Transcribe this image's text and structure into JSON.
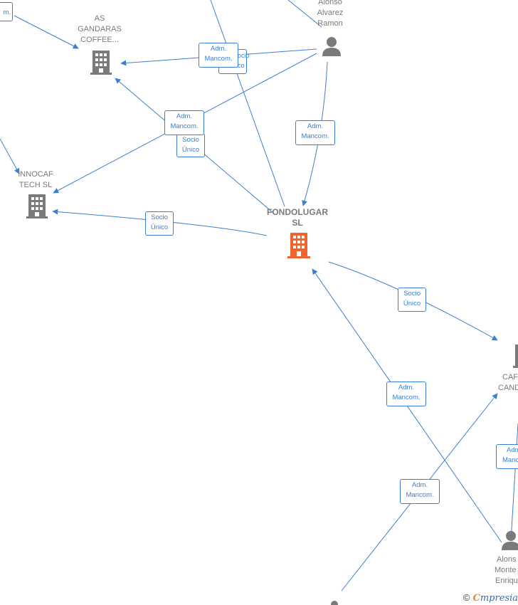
{
  "nodes": {
    "as_gandaras": {
      "lines": [
        "AS",
        "GANDARAS",
        "COFFEE..."
      ],
      "type": "company"
    },
    "innocaf": {
      "lines": [
        "INNOCAF",
        "TECH  SL"
      ],
      "type": "company"
    },
    "fondolugar": {
      "lines": [
        "FONDOLUGAR",
        "SL"
      ],
      "type": "main-company"
    },
    "cafe_cand": {
      "lines": [
        "CAF",
        "CAND"
      ],
      "type": "company"
    },
    "alonso_alvarez": {
      "lines": [
        "Alonso",
        "Alvarez",
        "Ramon"
      ],
      "type": "person"
    },
    "alonso_monte": {
      "lines": [
        "Alons",
        "Monte",
        "Enriqu"
      ],
      "type": "person"
    },
    "person_bottom": {
      "lines": [],
      "type": "person"
    }
  },
  "edge_labels": {
    "top_left_cut": [
      "m."
    ],
    "adm_top": [
      "Adm.",
      "Mancom."
    ],
    "socio_top": [
      "Socio",
      "Único"
    ],
    "adm_mid": [
      "Adm.",
      "Mancom."
    ],
    "socio_mid": [
      "Socio",
      "Único"
    ],
    "adm_right": [
      "Adm.",
      "Mancom."
    ],
    "socio_innocaf": [
      "Socio",
      "Único"
    ],
    "socio_cafe": [
      "Socio",
      "Único"
    ],
    "adm_monte": [
      "Adm.",
      "Mancom."
    ],
    "adm_bottom": [
      "Adm.",
      "Mancom."
    ],
    "adm_right_edge": [
      "Adm",
      "Manc"
    ]
  },
  "colors": {
    "edge": "#3d7fcf",
    "company_icon": "#7a7a7a",
    "main_icon": "#f0622e",
    "person_icon": "#7a7a7a"
  },
  "footer": {
    "copyright": "©",
    "brand_first": "C",
    "brand_rest": "mpresia"
  }
}
